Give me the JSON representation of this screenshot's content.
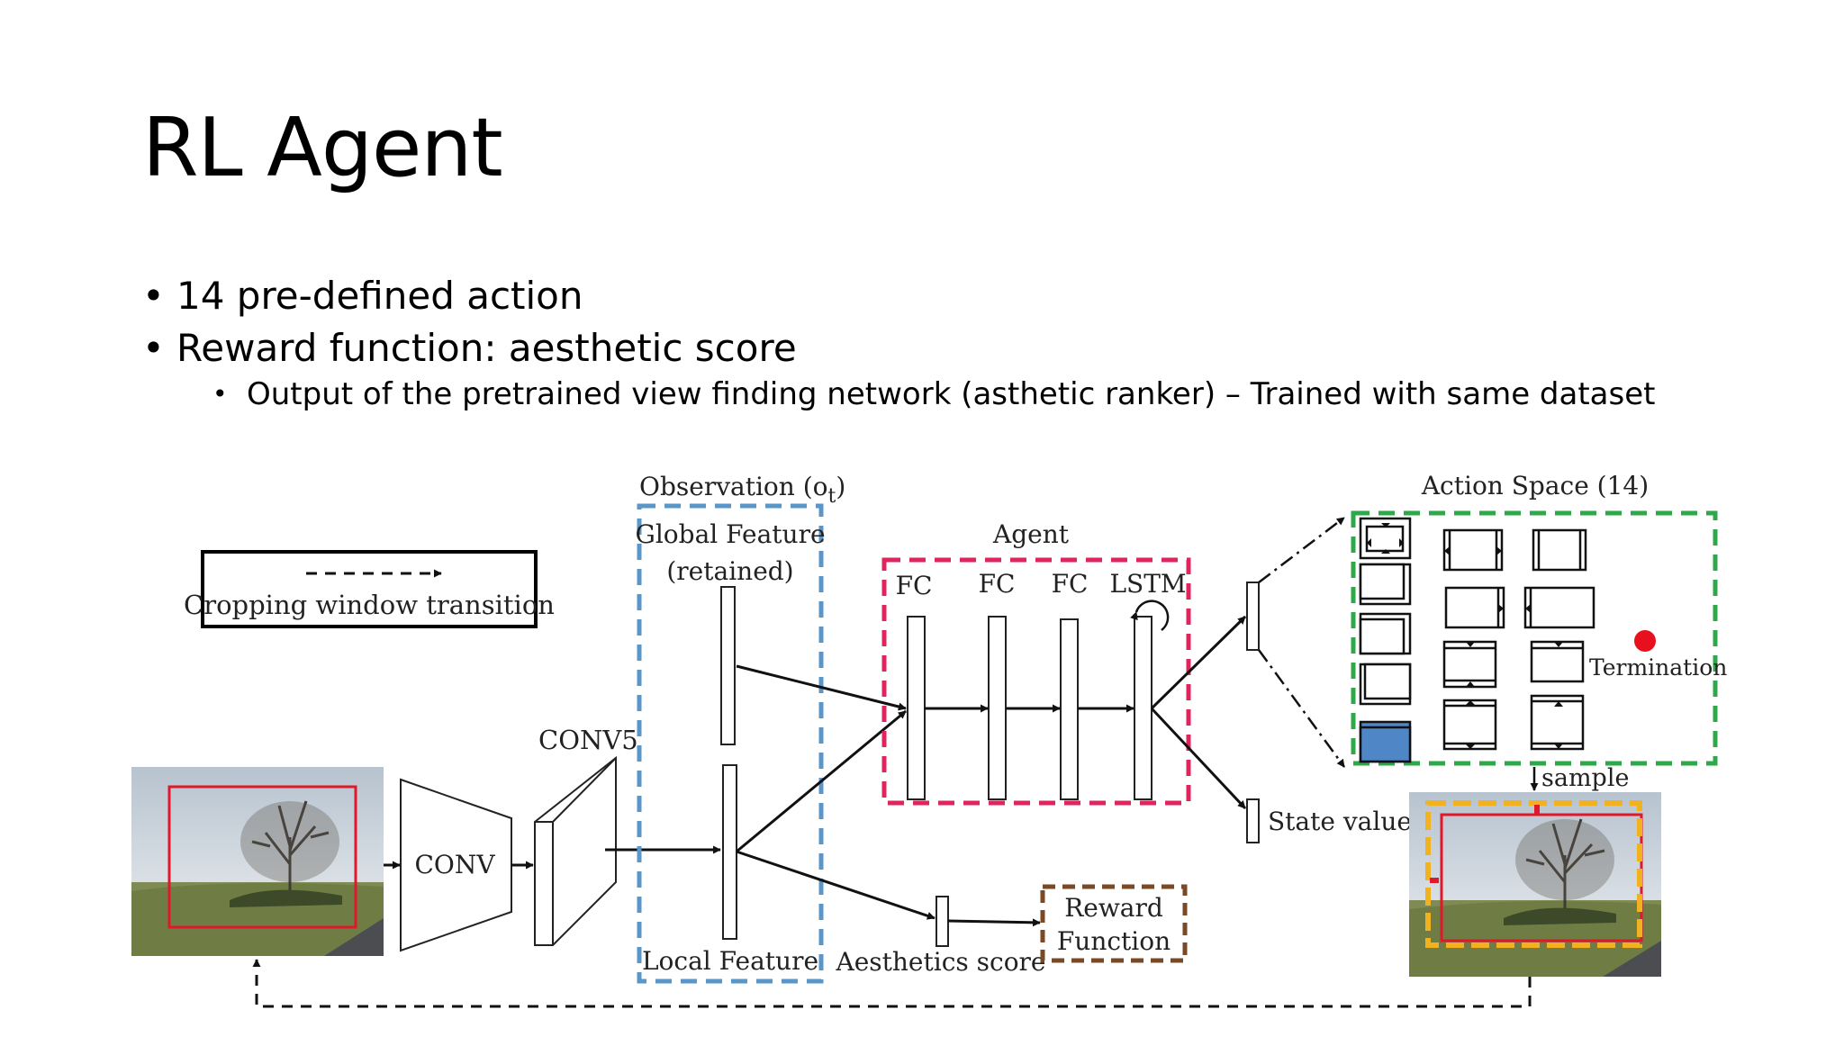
{
  "slide": {
    "title": "RL Agent",
    "bullets": [
      "14 pre-defined action",
      "Reward function: aesthetic score"
    ],
    "sub_bullets": [
      "Output of the pretrained view finding network (asthetic ranker) – Trained with same dataset"
    ]
  },
  "diagram": {
    "legend_label": "Cropping window transition",
    "conv_label": "CONV",
    "conv5_label": "CONV5",
    "observation_label": "Observation (o",
    "observation_subscript": "t",
    "observation_close": ")",
    "global_feature_label": "Global Feature",
    "retained_label": "(retained)",
    "local_feature_label": "Local Feature",
    "agent_label": "Agent",
    "fc1_label": "FC",
    "fc2_label": "FC",
    "fc3_label": "FC",
    "lstm_label": "LSTM",
    "action_space_label": "Action Space (14)",
    "termination_label": "Termination",
    "sample_label": "sample",
    "state_value_label": "State value",
    "aesthetics_score_label": "Aesthetics score",
    "reward_line1": "Reward",
    "reward_line2": "Function",
    "colors": {
      "observation_box": "#5b96c8",
      "agent_box": "#e0245e",
      "action_box": "#2fa84a",
      "reward_box": "#7a4a26",
      "crop_window": "#e0182a",
      "sampled_window": "#f2b21f",
      "termination_dot": "#e8101c",
      "selected_action": "#4f86c6"
    }
  }
}
